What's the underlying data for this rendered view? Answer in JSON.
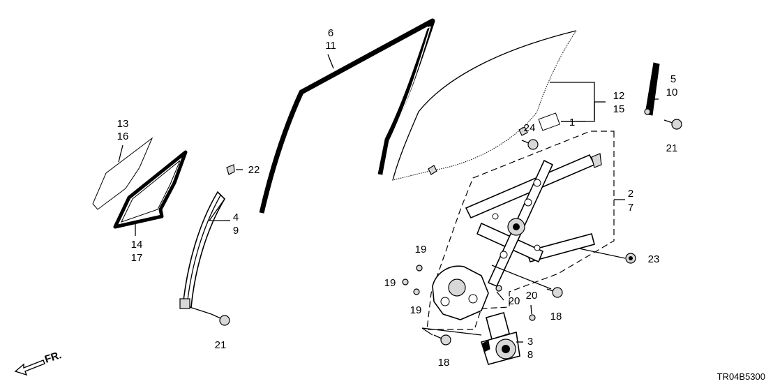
{
  "callouts": {
    "c1": "1",
    "c2": "2",
    "c7": "7",
    "c3": "3",
    "c8": "8",
    "c4": "4",
    "c9": "9",
    "c5": "5",
    "c10": "10",
    "c6": "6",
    "c11": "11",
    "c12": "12",
    "c15": "15",
    "c13": "13",
    "c16": "16",
    "c14": "14",
    "c17": "17",
    "c18a": "18",
    "c18b": "18",
    "c19a": "19",
    "c19b": "19",
    "c19c": "19",
    "c20a": "20",
    "c20b": "20",
    "c21a": "21",
    "c21b": "21",
    "c22": "22",
    "c23": "23",
    "c24": "24"
  },
  "direction_label": "FR.",
  "diagram_code": "TR04B5300"
}
